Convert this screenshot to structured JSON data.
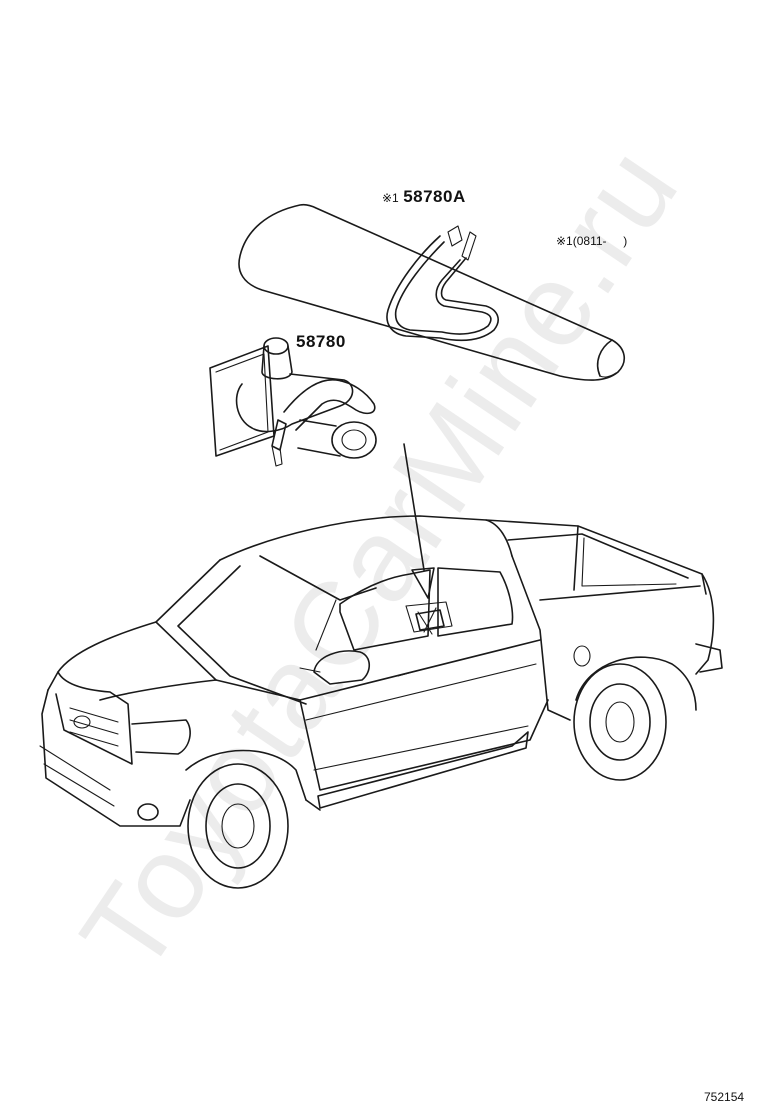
{
  "callouts": {
    "part_a": {
      "mark": "※1",
      "number": "58780A"
    },
    "part_b": {
      "number": "58780"
    },
    "note": {
      "mark": "※1",
      "text": "(0811-     )"
    }
  },
  "figure_id": "752154",
  "watermark": "ToyotaCarMine.ru",
  "icons": [
    "visor-illustration",
    "map-lamp-illustration",
    "pickup-truck-illustration",
    "leader-arrow"
  ]
}
